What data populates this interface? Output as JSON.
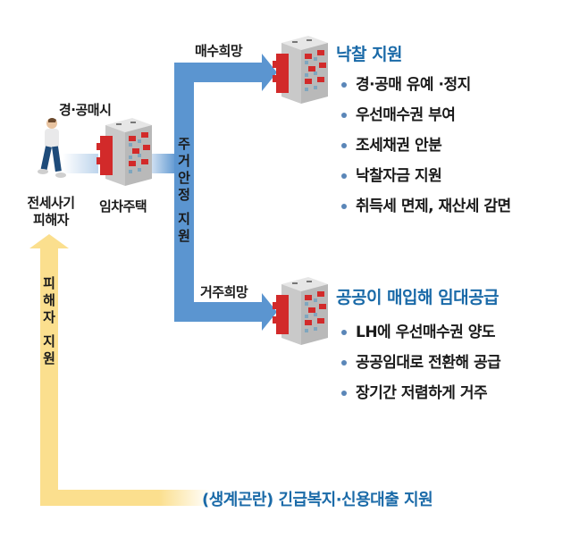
{
  "diagram": {
    "victim": {
      "label_line1": "전세사기",
      "label_line2": "피해자",
      "icon": "person-walking-icon"
    },
    "auction_label": "경·공매시",
    "rental_house": {
      "label": "임차주택",
      "icon": "apartment-building-icon"
    },
    "main_arrow": {
      "label_chars": [
        "주",
        "거",
        "안",
        "정",
        "",
        "지",
        "원"
      ],
      "label": "주거안정 지원",
      "color": "#5b95d0"
    },
    "branch_purchase": {
      "arrow_label": "매수희망",
      "title": "낙찰 지원",
      "items": [
        "경·공매 유예 ·정지",
        "우선매수권 부여",
        "조세채권 안분",
        "낙찰자금 지원",
        "취득세 면제, 재산세 감면"
      ]
    },
    "branch_residence": {
      "arrow_label": "거주희망",
      "title": "공공이 매입해 임대공급",
      "items": [
        "LH에 우선매수권 양도",
        "공공임대로 전환해 공급",
        "장기간 저렴하게 거주"
      ]
    },
    "victim_support_arrow": {
      "label_chars": [
        "피",
        "해",
        "자",
        "",
        "지",
        "원"
      ],
      "label": "피해자 지원",
      "color": "#fbdf8e"
    },
    "bottom_support": "(생계곤란) 긴급복지·신용대출 지원",
    "colors": {
      "title_blue": "#1a6aa8",
      "arrow_blue": "#5b95d0",
      "arrow_yellow": "#fbdf8e",
      "building_red": "#d22a2a",
      "bullet_dot": "#5a86b8"
    }
  }
}
